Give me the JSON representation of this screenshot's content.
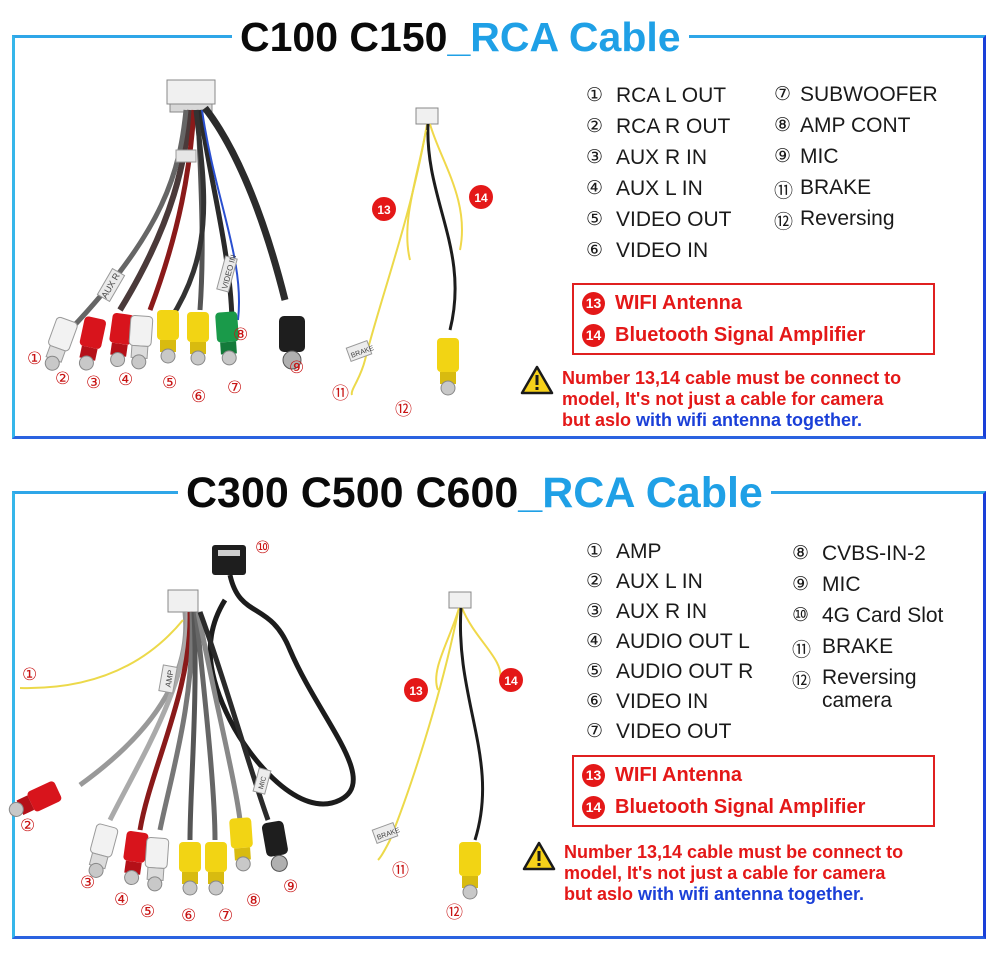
{
  "panel1": {
    "title_part1": "C100 C150",
    "title_part2": "_RCA Cable",
    "list_left": [
      {
        "num": "①",
        "label": "RCA L OUT"
      },
      {
        "num": "②",
        "label": "RCA R OUT"
      },
      {
        "num": "③",
        "label": "AUX R IN"
      },
      {
        "num": "④",
        "label": "AUX L IN"
      },
      {
        "num": "⑤",
        "label": "VIDEO OUT"
      },
      {
        "num": "⑥",
        "label": "VIDEO IN"
      }
    ],
    "list_right": [
      {
        "num": "⑦",
        "label": "SUBWOOFER"
      },
      {
        "num": "⑧",
        "label": "AMP CONT"
      },
      {
        "num": "⑨",
        "label": "MIC"
      },
      {
        "num": "⑪",
        "label": "BRAKE"
      },
      {
        "num": "⑫",
        "label": "Reversing"
      }
    ],
    "wifi": {
      "num": "13",
      "label": "WIFI Antenna"
    },
    "bt": {
      "num": "14",
      "label": "Bluetooth Signal Amplifier"
    },
    "note_line1": "Number 13,14 cable must be connect to",
    "note_line2": "model, It's not just a cable for camera",
    "note_line3_red": "but aslo",
    "note_line3_blue": "with wifi antenna together.",
    "callouts": [
      "①",
      "②",
      "③",
      "④",
      "⑤",
      "⑥",
      "⑦",
      "⑧",
      "⑨",
      "⑪",
      "⑫",
      "13",
      "14"
    ],
    "sleeve_labels": [
      "AUX R",
      "BRAKE",
      "VIDEO IN"
    ]
  },
  "panel2": {
    "title_part1": "C300 C500 C600",
    "title_part2": "_RCA Cable",
    "list_left": [
      {
        "num": "①",
        "label": "AMP"
      },
      {
        "num": "②",
        "label": "AUX L IN"
      },
      {
        "num": "③",
        "label": "AUX R IN"
      },
      {
        "num": "④",
        "label": "AUDIO OUT L"
      },
      {
        "num": "⑤",
        "label": "AUDIO OUT R"
      },
      {
        "num": "⑥",
        "label": "VIDEO IN"
      },
      {
        "num": "⑦",
        "label": "VIDEO OUT"
      }
    ],
    "list_right": [
      {
        "num": "⑧",
        "label": "CVBS-IN-2"
      },
      {
        "num": "⑨",
        "label": "MIC"
      },
      {
        "num": "⑩",
        "label": "4G Card Slot"
      },
      {
        "num": "⑪",
        "label": "BRAKE"
      },
      {
        "num": "⑫",
        "label": "Reversing"
      },
      {
        "num": "",
        "label": "camera"
      }
    ],
    "wifi": {
      "num": "13",
      "label": "WIFI Antenna"
    },
    "bt": {
      "num": "14",
      "label": "Bluetooth Signal Amplifier"
    },
    "note_line1": "Number 13,14 cable must be connect to",
    "note_line2": "model, It's not just a cable for camera",
    "note_line3_red": "but aslo",
    "note_line3_blue": "with wifi antenna together.",
    "callouts": [
      "①",
      "②",
      "③",
      "④",
      "⑤",
      "⑥",
      "⑦",
      "⑧",
      "⑨",
      "⑩",
      "⑪",
      "⑫",
      "13",
      "14"
    ],
    "sleeve_labels": [
      "AMP",
      "BRAKE",
      "MIC"
    ]
  },
  "colors": {
    "title_blue": "#1fa0e6",
    "warn_red": "#e41818",
    "note_blue": "#1a3fd8",
    "rca_red": "#d8141c",
    "rca_yellow": "#f2d414",
    "rca_green": "#1a9a4a",
    "rca_white": "#f4f4f4"
  }
}
